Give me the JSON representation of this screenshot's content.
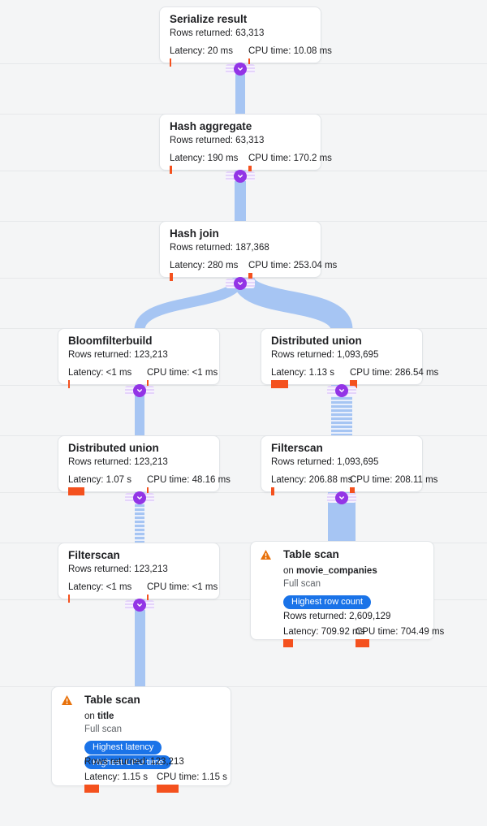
{
  "colors": {
    "background": "#f4f5f6",
    "edge_blue": "#a6c5f3",
    "connector_purple": "#9334e6",
    "metric_bar_orange": "#f4511e",
    "badge_blue": "#1a73e8",
    "warning_orange": "#e8710a",
    "secondary_text": "#5f6368"
  },
  "icons": {
    "connector": "chevron-down-icon",
    "table_scan_alert": "warning-triangle-icon"
  },
  "nodes": [
    {
      "title": "Serialize result",
      "rows": "Rows returned: 63,313",
      "latency": "Latency: 20 ms",
      "cpu": "CPU time: 10.08 ms",
      "latency_bar": 2,
      "cpu_bar": 2
    },
    {
      "title": "Hash aggregate",
      "rows": "Rows returned: 63,313",
      "latency": "Latency: 190 ms",
      "cpu": "CPU time: 170.2 ms",
      "latency_bar": 3,
      "cpu_bar": 4
    },
    {
      "title": "Hash join",
      "rows": "Rows returned: 187,368",
      "latency": "Latency: 280 ms",
      "cpu": "CPU time: 253.04 ms",
      "latency_bar": 4,
      "cpu_bar": 5
    },
    {
      "title": "Bloomfilterbuild",
      "rows": "Rows returned: 123,213",
      "latency": "Latency: <1 ms",
      "cpu": "CPU time: <1 ms",
      "latency_bar": 2,
      "cpu_bar": 2
    },
    {
      "title": "Distributed union",
      "rows": "Rows returned: 1,093,695",
      "latency": "Latency: 1.13 s",
      "cpu": "CPU time: 286.54 ms",
      "latency_bar": 21,
      "cpu_bar": 9
    },
    {
      "title": "Distributed union",
      "rows": "Rows returned: 123,213",
      "latency": "Latency: 1.07 s",
      "cpu": "CPU time: 48.16 ms",
      "latency_bar": 20,
      "cpu_bar": 2
    },
    {
      "title": "Filterscan",
      "rows": "Rows returned: 1,093,695",
      "latency": "Latency: 206.88 ms",
      "cpu": "CPU time: 208.11 ms",
      "latency_bar": 4,
      "cpu_bar": 6
    },
    {
      "title": "Filterscan",
      "rows": "Rows returned: 123,213",
      "latency": "Latency: <1 ms",
      "cpu": "CPU time: <1 ms",
      "latency_bar": 2,
      "cpu_bar": 2
    },
    {
      "title": "Table scan",
      "on_prefix": "on",
      "table": "movie_companies",
      "scan_type": "Full scan",
      "badges": [
        "Highest row count"
      ],
      "rows": "Rows returned: 2,609,129",
      "latency": "Latency: 709.92 ms",
      "cpu": "CPU time: 704.49 ms",
      "latency_bar": 12,
      "cpu_bar": 17
    },
    {
      "title": "Table scan",
      "on_prefix": "on",
      "table": "title",
      "scan_type": "Full scan",
      "badges": [
        "Highest latency",
        "Highest CPU time"
      ],
      "rows": "Rows returned: 123,213",
      "latency": "Latency: 1.15 s",
      "cpu": "CPU time: 1.15 s",
      "latency_bar": 18,
      "cpu_bar": 27
    }
  ]
}
